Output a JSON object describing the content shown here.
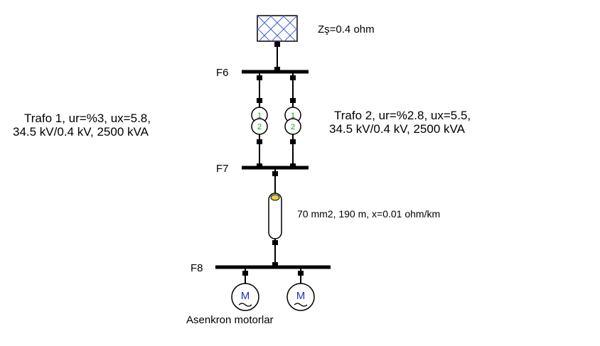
{
  "source": {
    "label": "Zş=0.4 ohm",
    "color": "#4060e0"
  },
  "buses": {
    "f6": "F6",
    "f7": "F7",
    "f8": "F8"
  },
  "transformers": [
    {
      "line1": "Trafo 1, ur=%3, ux=5.8,",
      "line2": "34.5 kV/0.4 kV, 2500 kVA",
      "primary": "1",
      "secondary": "2"
    },
    {
      "line1": "Trafo 2, ur=%2.8, ux=5.5,",
      "line2": "34.5 kV/0.4 kV, 2500 kVA",
      "primary": "1",
      "secondary": "2"
    }
  ],
  "cable": {
    "label": "70 mm2, 190 m, x=0.01 ohm/km"
  },
  "motors": {
    "symbol": "M",
    "label": "Asenkron motorlar",
    "color": "#2030c0"
  },
  "colors": {
    "winding_numbers": "#1a9a1a",
    "cable_end": "#e8d040"
  }
}
